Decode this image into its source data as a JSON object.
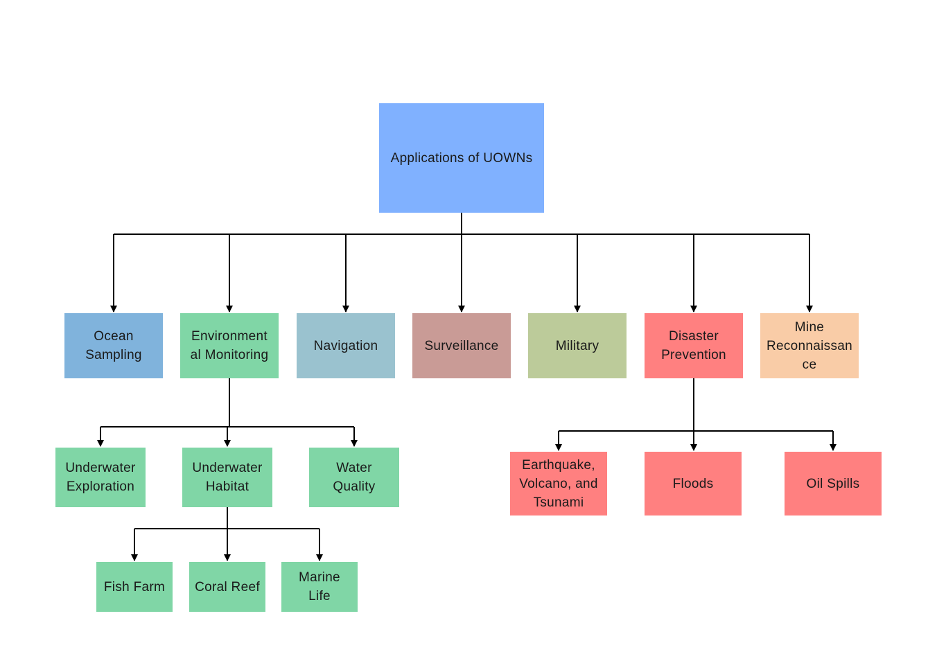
{
  "colors": {
    "root": "#80b1ff",
    "ocean": "#80b3dc",
    "env": "#80d6a6",
    "nav": "#9ac2cf",
    "surv": "#c99b96",
    "mil": "#bccb9a",
    "dis": "#ff8080",
    "mine": "#f9cca7",
    "green": "#80d6a6",
    "red": "#ff8080",
    "line": "#000000"
  },
  "nodes": {
    "root": "Applications of UOWNs",
    "ocean": "Ocean\nSampling",
    "env": "Environment\nal Monitoring",
    "nav": "Navigation",
    "surv": "Surveillance",
    "mil": "Military",
    "dis": "Disaster\nPrevention",
    "mine": "Mine\nReconnaissan\nce",
    "uexp": "Underwater\nExploration",
    "uhab": "Underwater\nHabitat",
    "water": "Water\nQuality",
    "fish": "Fish Farm",
    "coral": "Coral Reef",
    "marine": "Marine\nLife",
    "quake": "Earthquake,\nVolcano, and\nTsunami",
    "flood": "Floods",
    "oil": "Oil Spills"
  }
}
